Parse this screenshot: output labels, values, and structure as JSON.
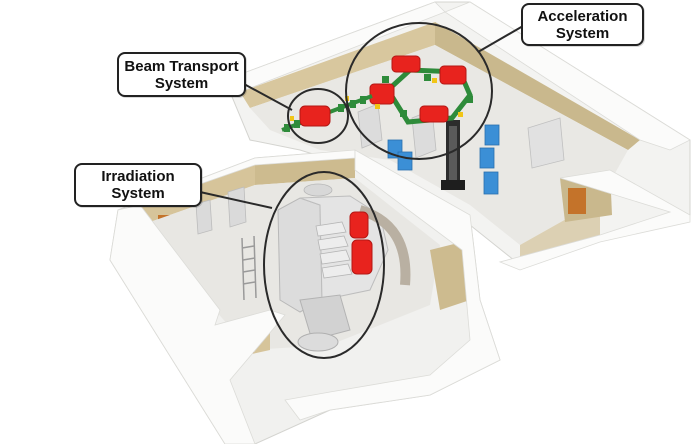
{
  "diagram": {
    "callouts": {
      "acceleration": {
        "line1": "Acceleration",
        "line2": "System"
      },
      "beam_transport": {
        "line1": "Beam Transport",
        "line2": "System"
      },
      "irradiation": {
        "line1": "Irradiation",
        "line2": "System"
      }
    },
    "colors": {
      "wall_top": "#f4f4f2",
      "wall_inner": "#d7c7a0",
      "floor": "#ececea",
      "magnet": "#e8231e",
      "quadrupole": "#2e8b3a",
      "cabinet": "#3b8fd6",
      "door": "#c4732a",
      "callout_border": "#222222"
    }
  }
}
